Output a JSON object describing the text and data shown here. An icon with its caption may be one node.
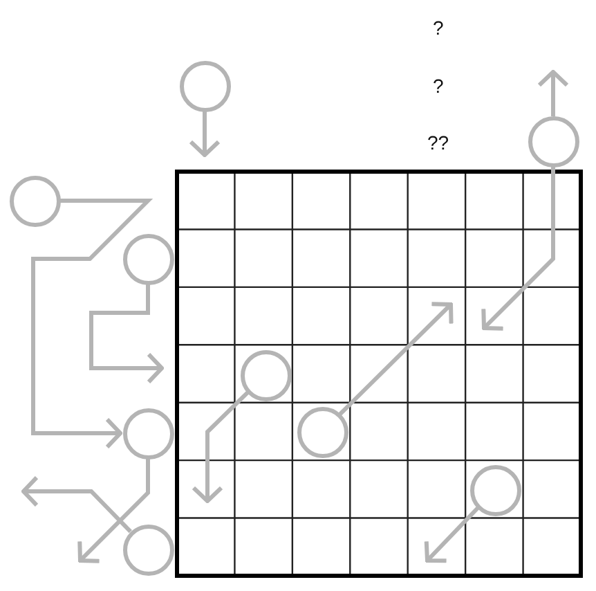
{
  "diagram": {
    "nodes": [
      {
        "text": [],
        "shape": "circle"
      },
      {
        "text": [],
        "shape": "circle"
      },
      {
        "text": [],
        "shape": "circle"
      },
      {
        "text": [],
        "shape": "circle"
      },
      {
        "text": [],
        "shape": "circle"
      },
      {
        "text": [],
        "shape": "circle"
      },
      {
        "text": [],
        "shape": "circle"
      },
      {
        "text": [],
        "shape": "circle"
      },
      {
        "text": [],
        "shape": "circle"
      }
    ],
    "edges": [
      {
        "from": 0,
        "to": null,
        "arrow": "to"
      },
      {
        "from": 1,
        "to": null,
        "arrow": "to"
      },
      {
        "from": 1,
        "to": null,
        "arrow": "to"
      },
      {
        "from": 2,
        "to": 5,
        "arrow": "to"
      },
      {
        "from": 3,
        "to": null,
        "arrow": "to"
      },
      {
        "from": 4,
        "to": null,
        "arrow": "to"
      },
      {
        "from": 5,
        "to": null,
        "arrow": "to"
      },
      {
        "from": 6,
        "to": null,
        "arrow": "to"
      },
      {
        "from": 7,
        "to": null,
        "arrow": "to"
      },
      {
        "from": 8,
        "to": null,
        "arrow": "to"
      }
    ],
    "labels": [
      "?",
      "?",
      "??"
    ]
  }
}
